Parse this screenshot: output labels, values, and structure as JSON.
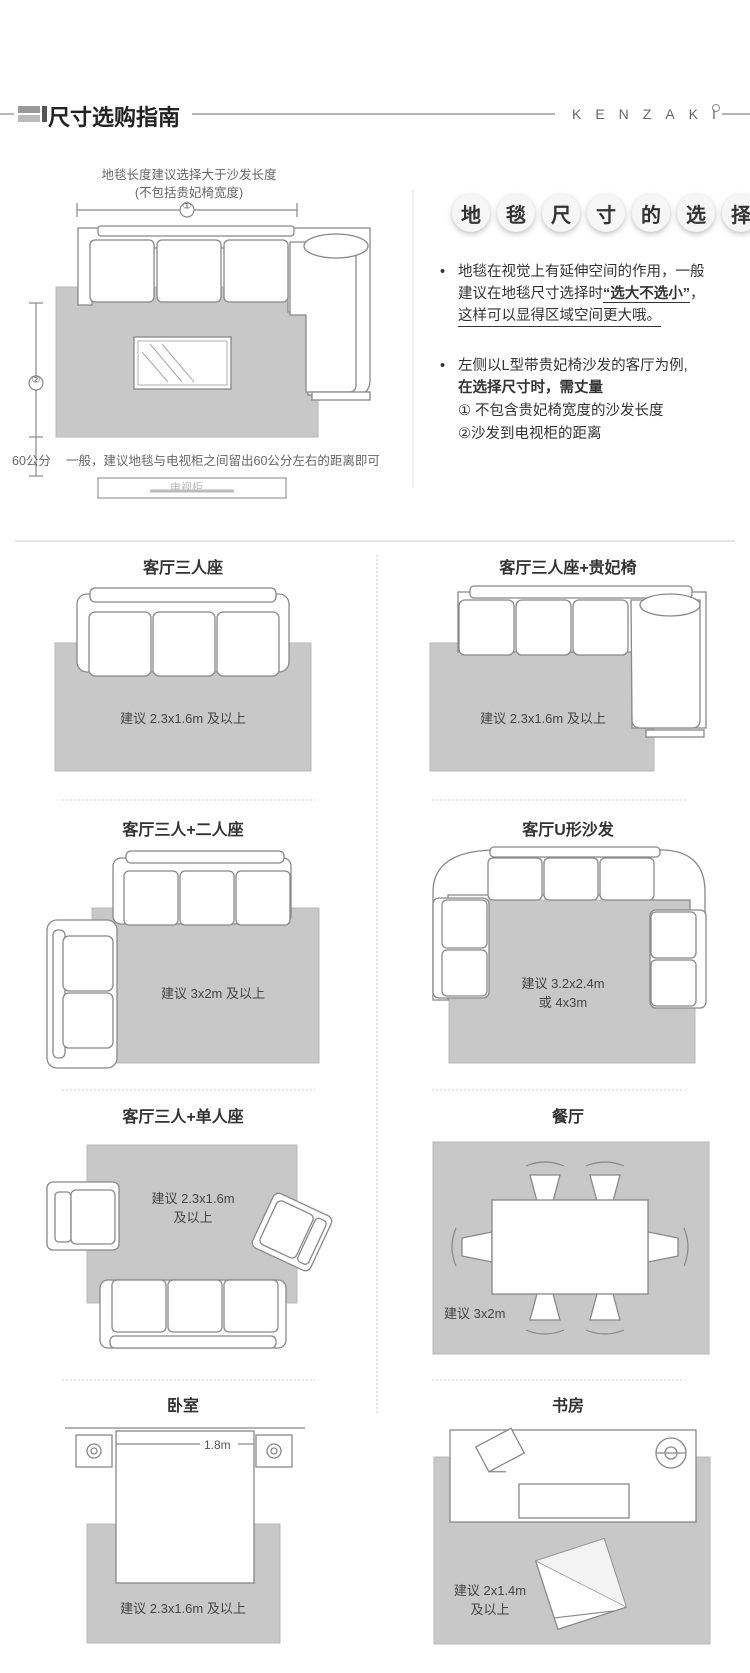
{
  "header": {
    "title": "尺寸选购指南",
    "brand": "KENZAKI"
  },
  "intro": {
    "note_line1": "地毯长度建议选择大于沙发长度",
    "note_line2": "(不包括贵妃椅宽度)",
    "marker1": "①",
    "marker2": "②",
    "gap_label": "60公分",
    "gap_note": "一般，建议地毯与电视柜之间留出60公分左右的距离即可",
    "tv_label": "电视柜"
  },
  "selection": {
    "chars": [
      "地",
      "毯",
      "尺",
      "寸",
      "的",
      "选",
      "择"
    ],
    "bullet1_l1": "地毯在视觉上有延伸空间的作用，一般",
    "bullet1_l2a": "建议在地毯尺寸选择时",
    "bullet1_l2b": "“选大不选小”",
    "bullet1_l2c": "，",
    "bullet1_l3": "这样可以显得区域空间更大哦。",
    "bullet2_l1": "左侧以L型带贵妃椅沙发的客厅为例,",
    "bullet2_l2": "在选择尺寸时，需丈量",
    "bullet2_l3": "① 不包含贵妃椅宽度的沙发长度",
    "bullet2_l4": "②沙发到电视柜的距离",
    "bullet_mark": "•"
  },
  "cells": {
    "c1": {
      "title": "客厅三人座",
      "rec": "建议 2.3x1.6m 及以上"
    },
    "c2": {
      "title": "客厅三人座+贵妃椅",
      "rec": "建议 2.3x1.6m 及以上"
    },
    "c3": {
      "title": "客厅三人+二人座",
      "rec": "建议 3x2m 及以上"
    },
    "c4": {
      "title": "客厅U形沙发",
      "rec1": "建议 3.2x2.4m",
      "rec2": "或 4x3m"
    },
    "c5": {
      "title": "客厅三人+单人座",
      "rec1": "建议 2.3x1.6m",
      "rec2": "及以上"
    },
    "c6": {
      "title": "餐厅",
      "rec": "建议 3x2m"
    },
    "c7": {
      "title": "卧室",
      "rec": "建议 2.3x1.6m 及以上",
      "dim": "1.8m"
    },
    "c8": {
      "title": "书房",
      "rec1": "建议 2x1.4m",
      "rec2": "及以上"
    }
  },
  "colors": {
    "rug": "#c8c8c8",
    "line": "#777777",
    "text": "#333333"
  }
}
